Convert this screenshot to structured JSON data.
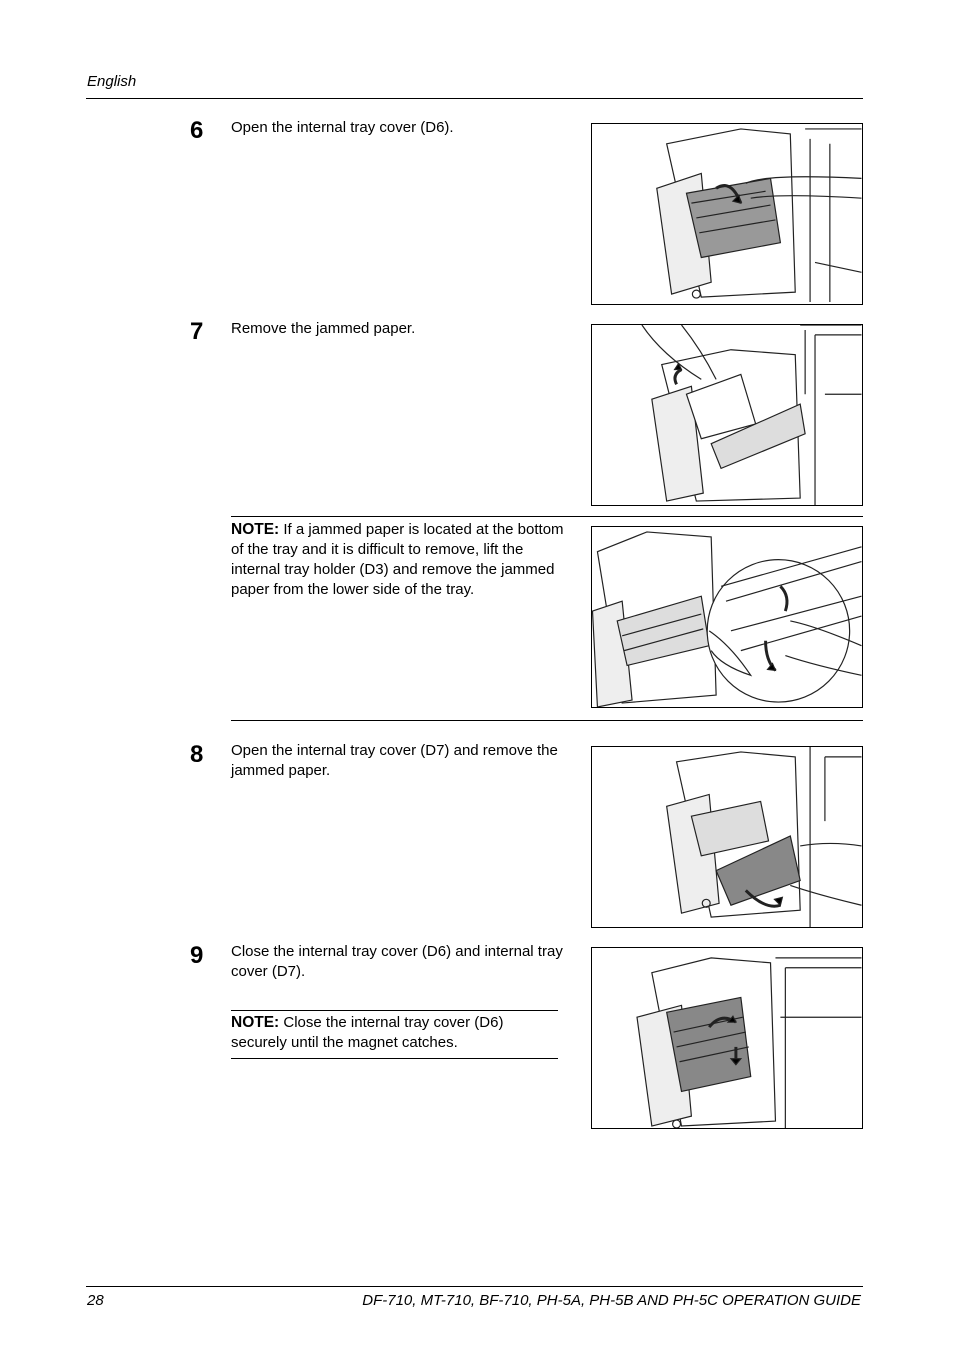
{
  "header": {
    "language": "English"
  },
  "steps": [
    {
      "number": "6",
      "text": "Open the internal tray cover (D6).",
      "figure_icon": "open-tray-cover-d6-illustration"
    },
    {
      "number": "7",
      "text": "Remove the jammed paper.",
      "figure_icon": "remove-jammed-paper-illustration"
    },
    {
      "number": "8",
      "text": "Open the internal tray cover (D7) and remove the jammed paper.",
      "figure_icon": "open-tray-cover-d7-illustration"
    },
    {
      "number": "9",
      "text": "Close the internal tray cover (D6) and internal tray cover (D7).",
      "figure_icon": "close-tray-covers-illustration"
    }
  ],
  "notes": [
    {
      "label": "NOTE:",
      "text": "If a jammed paper is located at the bottom of the tray and it is difficult to remove, lift the internal tray holder (D3) and remove the jammed paper from the lower side of the tray.",
      "figure_icon": "lift-tray-holder-illustration"
    },
    {
      "label": "NOTE:",
      "text": "Close the internal tray cover (D6) securely until the magnet catches."
    }
  ],
  "footer": {
    "page_number": "28",
    "guide_title": "DF-710, MT-710, BF-710, PH-5A, PH-5B AND PH-5C OPERATION GUIDE"
  }
}
